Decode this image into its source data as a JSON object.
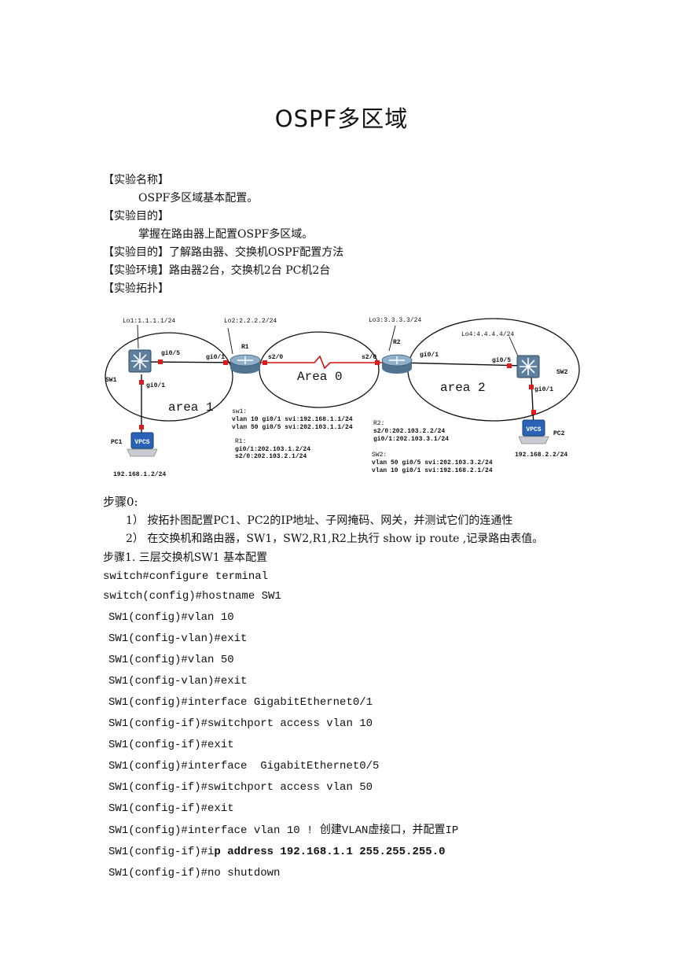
{
  "doc": {
    "title": "OSPF多区域",
    "sections": [
      {
        "heading": "【实验名称】",
        "body": "OSPF多区域基本配置。"
      },
      {
        "heading": "【实验目的】",
        "body": "掌握在路由器上配置OSPF多区域。"
      }
    ],
    "line_purpose2": "【实验目的】了解路由器、交换机OSPF配置方法",
    "line_env": "【实验环境】路由器2台，交换机2台 PC机2台",
    "line_topo": "【实验拓扑】"
  },
  "topology": {
    "lo1": "Lo1:1.1.1.1/24",
    "lo2": "Lo2:2.2.2.2/24",
    "lo3": "Lo3:3.3.3.3/24",
    "lo4": "Lo4:4.4.4.4/24",
    "sw1": "SW1",
    "sw2": "SW2",
    "r1": "R1",
    "r2": "R2",
    "pc1": "PC1",
    "pc2": "PC2",
    "vpcs": "VPCS",
    "area0": "Area 0",
    "area1": "area 1",
    "area2": "area 2",
    "sw1_gi05": "gi0/5",
    "sw1_gi01": "gi0/1",
    "r1_gi01": "gi0/1",
    "r1_s20": "s2/0",
    "r2_s20": "s2/0",
    "r2_gi01": "gi0/1",
    "sw2_gi05": "gi0/5",
    "sw2_gi01": "gi0/1",
    "pc1_ip": "192.168.1.2/24",
    "pc2_ip": "192.168.2.2/24",
    "sw1_info": [
      "sw1:",
      "vlan 10 gi0/1 svi:192.168.1.1/24",
      "vlan 50 gi0/5 svi:202.103.1.1/24"
    ],
    "r1_info": [
      "R1:",
      "gi0/1:202.103.1.2/24",
      "s2/0:202.103.2.1/24"
    ],
    "r2_info": [
      "R2:",
      "s2/0:202.103.2.2/24",
      "gi0/1:202.103.3.1/24"
    ],
    "sw2_info": [
      "SW2:",
      "vlan 50 gi0/5 svi:202.103.3.2/24",
      "vlan 10 gi0/1 svi:192.168.2.1/24"
    ]
  },
  "steps": {
    "step0_title": "步骤0:",
    "step0_items": [
      "1） 按拓扑图配置PC1、PC2的IP地址、子网掩码、网关，并测试它们的连通性",
      "2） 在交换机和路由器，SW1，SW2,R1,R2上执行 show ip route ,记录路由表值。"
    ],
    "step1_title": "步骤1. 三层交换机SW1 基本配置",
    "code_l0": [
      "switch#configure terminal",
      "switch(config)#hostname SW1"
    ],
    "code_l1": [
      "SW1(config)#vlan 10",
      "SW1(config-vlan)#exit",
      "SW1(config)#vlan 50",
      "SW1(config-vlan)#exit",
      "SW1(config)#interface GigabitEthernet0/1",
      "SW1(config-if)#switchport access vlan 10",
      "SW1(config-if)#exit",
      "SW1(config)#interface  GigabitEthernet0/5",
      "SW1(config-if)#switchport access vlan 50",
      "SW1(config-if)#exit",
      "SW1(config)#interface vlan 10 ! 创建VLAN虚接口，并配置IP"
    ],
    "code_ip_prefix": "SW1(config-if)#i",
    "code_ip_bold": "p address 192.168.1.1 255.255.255.0",
    "code_last": "SW1(config-if)#no shutdown"
  }
}
